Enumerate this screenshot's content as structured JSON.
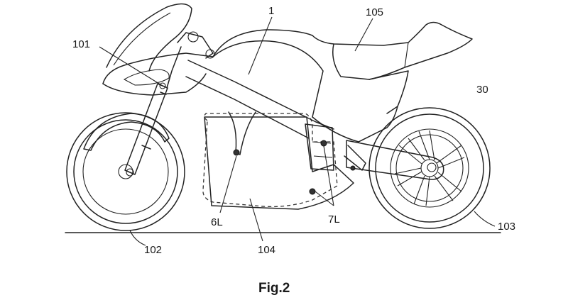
{
  "figure": {
    "caption": "Fig.2",
    "labels": {
      "l1": "1",
      "l105": "105",
      "l101": "101",
      "l30": "30",
      "l6L": "6L",
      "l7L": "7L",
      "l104": "104",
      "l102": "102",
      "l103": "103"
    }
  }
}
